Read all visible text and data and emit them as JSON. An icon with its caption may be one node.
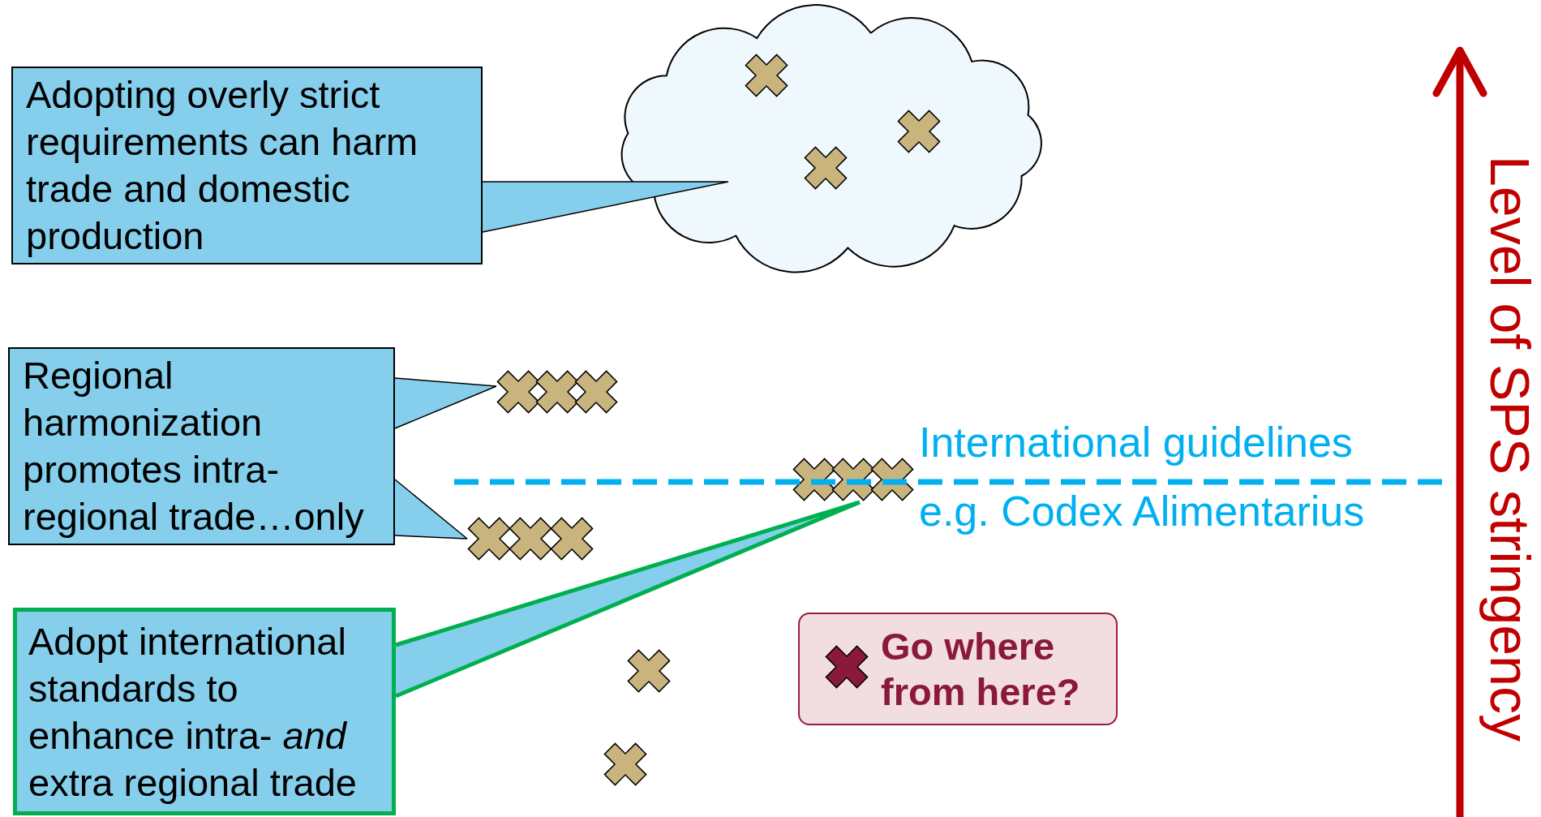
{
  "diagram": {
    "nodes": [
      {
        "text": [
          "Adopting overly strict requirements can harm trade and domestic production"
        ]
      },
      {
        "text": [],
        "shape": "cloud"
      },
      {
        "text": [
          "Regional harmonization promotes intra-regional trade…only"
        ]
      },
      {
        "text": [],
        "shape": "cross"
      },
      {
        "text": [],
        "shape": "cross"
      },
      {
        "text": [
          "Adopt international standards to enhance intra- *and* extra regional trade"
        ]
      },
      {
        "text": [],
        "shape": "cross"
      },
      {
        "text": [
          "Go where from here?"
        ]
      }
    ],
    "edges": [
      {
        "from": 0,
        "to": 1,
        "arrow": "none"
      },
      {
        "from": 2,
        "to": 3,
        "arrow": "none"
      },
      {
        "from": 2,
        "to": 4,
        "arrow": "none"
      },
      {
        "from": 5,
        "to": 6,
        "arrow": "none",
        "style": "thick",
        "color": "#00b050"
      }
    ],
    "labels": [
      "International guidelines",
      "e.g. Codex Alimentarius",
      "Level of SPS stringency"
    ]
  }
}
